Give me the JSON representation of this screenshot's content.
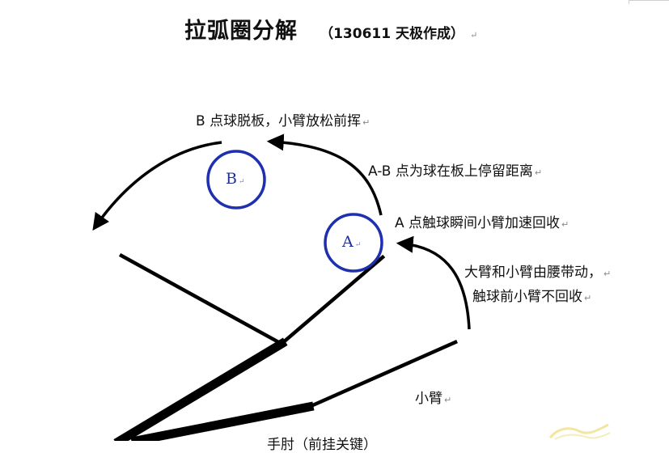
{
  "title": {
    "main": "拉弧圈分解",
    "sub": "（130611 天极作成）"
  },
  "paragraph_mark": "↵",
  "labels": {
    "b_point": "B 点球脱板，小臂放松前挥",
    "ab_distance": "A-B 点为球在板上停留距离",
    "a_point": "A 点触球瞬间小臂加速回收",
    "arms_line1": "大臂和小臂由腰带动，",
    "arms_line2": "触球前小臂不回收",
    "forearm": "小臂",
    "bottom_cut": "手肘（前挂关键）"
  },
  "circles": {
    "b": "B",
    "a": "A"
  },
  "colors": {
    "circle": "#1e2fb0",
    "circle_text": "#1e2f9a",
    "line": "#000000"
  }
}
